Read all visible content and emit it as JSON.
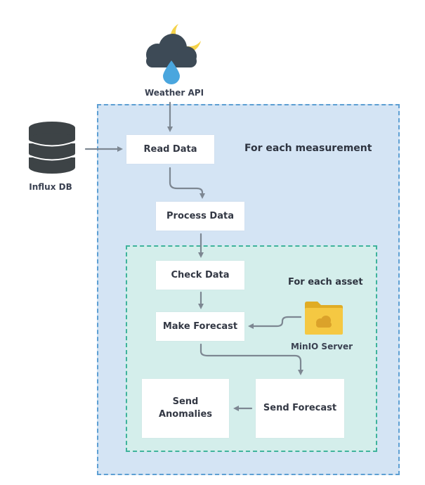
{
  "labels": {
    "weather_api": "Weather API",
    "influx_db": "Influx DB",
    "minio_server": "MinIO Server",
    "for_each_measurement": "For each measurement",
    "for_each_asset": "For each asset"
  },
  "steps": {
    "read_data": "Read Data",
    "process_data": "Process Data",
    "check_data": "Check Data",
    "make_forecast": "Make Forecast",
    "send_anomalies": "Send\nAnomalies",
    "send_forecast": "Send Forecast"
  },
  "icons": {
    "weather": "cloud-rain-moon-icon",
    "database": "database-icon",
    "folder": "cloud-folder-icon"
  },
  "colors": {
    "outer_fill": "#d4e4f4",
    "outer_border": "#5d9fd3",
    "inner_fill": "#d4eeeb",
    "inner_border": "#3fb39c",
    "arrow": "#7d8792",
    "folder": "#f5c842"
  }
}
